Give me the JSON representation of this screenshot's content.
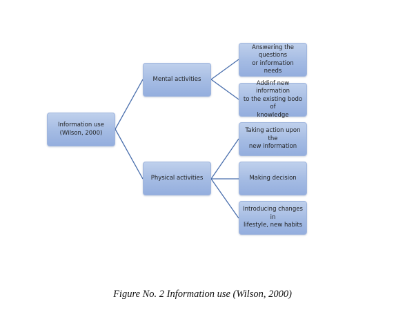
{
  "diagram": {
    "root": {
      "label": "Information use\n(Wilson, 2000)"
    },
    "branches": [
      {
        "label": "Mental activities",
        "children": [
          {
            "label": "Answering the questions\nor information needs"
          },
          {
            "label": "Addinf new information\nto the existing bodo of\nknowledge"
          }
        ]
      },
      {
        "label": "Physical activities",
        "children": [
          {
            "label": "Taking action upon the\nnew information"
          },
          {
            "label": "Making decision"
          },
          {
            "label": "Introducing changes in\nlifestyle, new habits"
          }
        ]
      }
    ],
    "colors": {
      "node_fill": "#a4bbe3",
      "connector": "#4a6fad"
    }
  },
  "caption": "Figure No. 2 Information use (Wilson, 2000)"
}
